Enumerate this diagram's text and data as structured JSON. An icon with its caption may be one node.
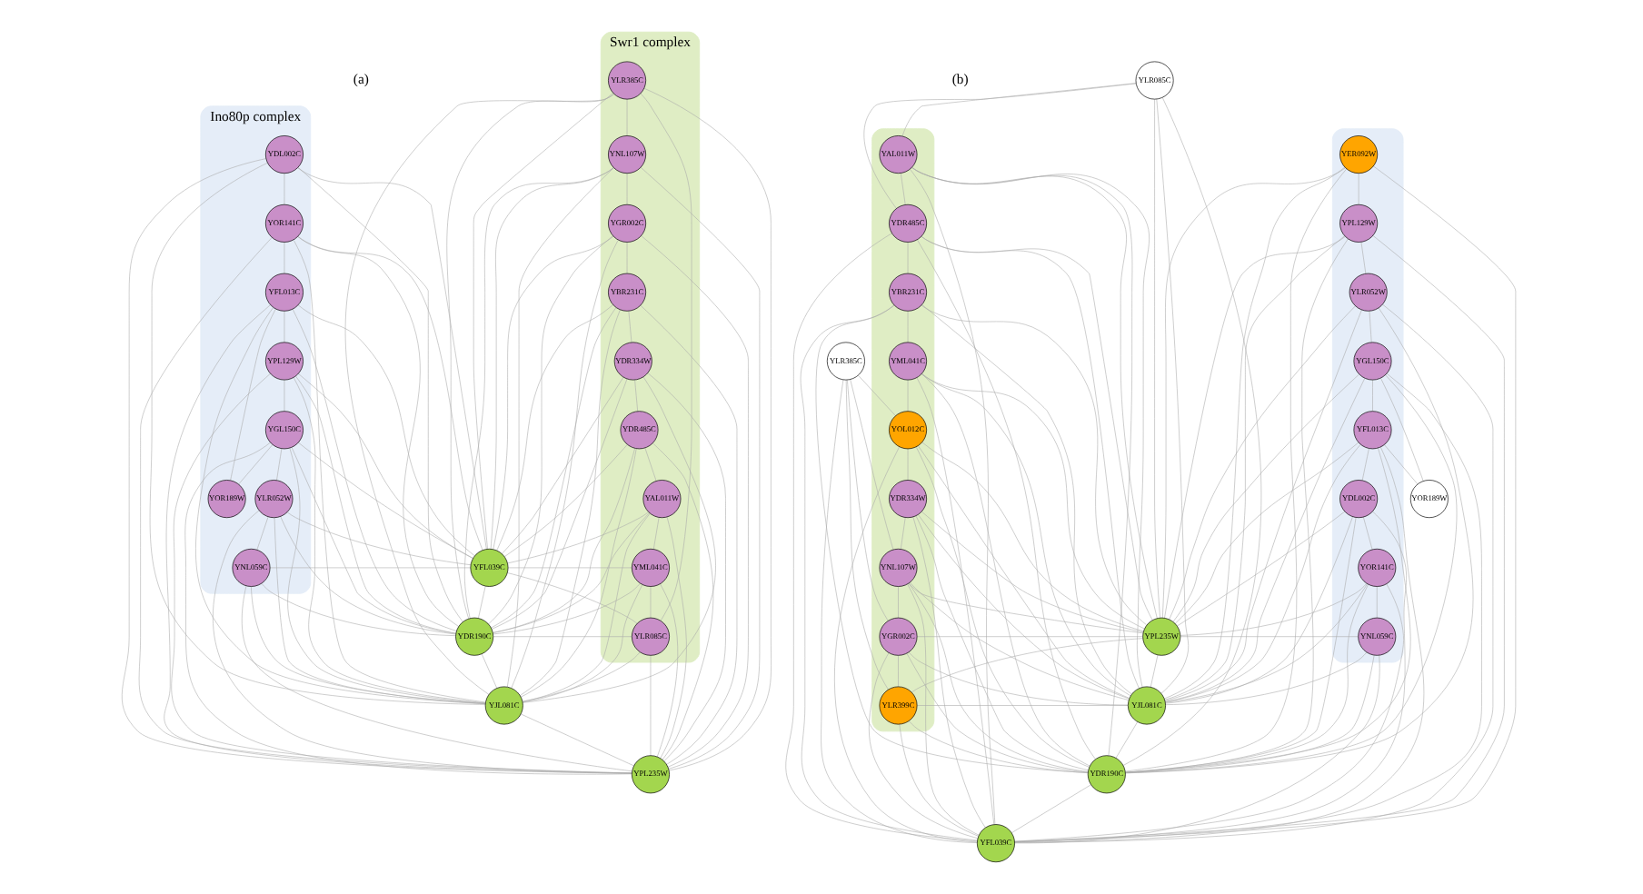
{
  "diagram": {
    "nodes": [
      {
        "text": [
          "Swr1 complex"
        ]
      },
      {
        "text": [
          "Ino80p complex"
        ]
      },
      {
        "text": [
          "YLR385C"
        ],
        "in": 0
      },
      {
        "text": [
          "YNL107W"
        ],
        "in": 0
      },
      {
        "text": [
          "YGR002C"
        ],
        "in": 0
      },
      {
        "text": [
          "YBR231C"
        ],
        "in": 0
      },
      {
        "text": [
          "YDR334W"
        ],
        "in": 0
      },
      {
        "text": [
          "YFL039C"
        ]
      },
      {
        "text": [
          "YDL002C"
        ],
        "in": 1
      },
      {
        "text": [
          "YOR141C"
        ],
        "in": 1
      },
      {
        "text": [
          "YDR190C"
        ]
      },
      {
        "text": [
          "YFL013C"
        ],
        "in": 1
      },
      {
        "text": [
          "YDR485C"
        ],
        "in": 0
      },
      {
        "text": [
          "YJL081C"
        ]
      },
      {
        "text": [
          "YPL129W"
        ],
        "in": 1
      },
      {
        "text": [
          "YAL011W"
        ],
        "in": 0
      },
      {
        "text": [
          "YPL235W"
        ]
      },
      {
        "text": [
          "YGL150C"
        ],
        "in": 1
      },
      {
        "text": [
          "YOR189W"
        ],
        "in": 1
      },
      {
        "text": [
          "YML041C"
        ],
        "in": 0
      },
      {
        "text": [
          "YLR052W"
        ],
        "in": 1
      },
      {
        "text": [
          "YNL059C"
        ],
        "in": 1
      },
      {
        "text": [
          "YLR085C"
        ],
        "in": 0
      },
      {
        "text": [],
        "shape": "region"
      },
      {
        "text": [],
        "shape": "region"
      },
      {
        "text": [
          "YLR085C"
        ]
      },
      {
        "text": [
          "YAL011W"
        ],
        "in": 23
      },
      {
        "text": [
          "YDR485C"
        ],
        "in": 23
      },
      {
        "text": [
          "YER092W"
        ],
        "in": 24
      },
      {
        "text": [
          "YBR231C"
        ],
        "in": 23
      },
      {
        "text": [
          "YML041C"
        ],
        "in": 23
      },
      {
        "text": [
          "YPL235W"
        ]
      },
      {
        "text": [
          "YOL012C"
        ],
        "in": 23
      },
      {
        "text": [
          "YPL129W"
        ],
        "in": 24
      },
      {
        "text": [
          "YDR334W"
        ],
        "in": 23
      },
      {
        "text": [
          "YJL081C"
        ]
      },
      {
        "text": [
          "YLR052W"
        ],
        "in": 24
      },
      {
        "text": [
          "YGL150C"
        ],
        "in": 24
      },
      {
        "text": [
          "YDR190C"
        ]
      },
      {
        "text": [
          "YNL107W"
        ],
        "in": 23
      },
      {
        "text": [
          "YGR002C"
        ],
        "in": 23
      },
      {
        "text": [
          "YLR385C"
        ]
      },
      {
        "text": [
          "YFL039C"
        ]
      },
      {
        "text": [
          "YDL002C"
        ],
        "in": 24
      },
      {
        "text": [
          "YFL013C"
        ],
        "in": 24
      },
      {
        "text": [
          "YOR189W"
        ]
      },
      {
        "text": [
          "YLR399C"
        ],
        "in": 23
      },
      {
        "text": [
          "YOR141C"
        ],
        "in": 24
      },
      {
        "text": [
          "YNL059C"
        ],
        "in": 24
      }
    ],
    "edges": [
      {
        "from": 2,
        "to": 3,
        "arrow": "none"
      },
      {
        "from": 3,
        "to": 4,
        "arrow": "none"
      },
      {
        "from": 4,
        "to": 5,
        "arrow": "none"
      },
      {
        "from": 5,
        "to": 6,
        "arrow": "none"
      },
      {
        "from": 6,
        "to": 12,
        "arrow": "none"
      },
      {
        "from": 12,
        "to": 15,
        "arrow": "none"
      },
      {
        "from": 15,
        "to": 19,
        "arrow": "none"
      },
      {
        "from": 19,
        "to": 22,
        "arrow": "none"
      },
      {
        "from": 2,
        "to": 22,
        "arrow": "none"
      },
      {
        "from": 2,
        "to": 7,
        "arrow": "none"
      },
      {
        "from": 2,
        "to": 10,
        "arrow": "none"
      },
      {
        "from": 2,
        "to": 13,
        "arrow": "none"
      },
      {
        "from": 2,
        "to": 16,
        "arrow": "none"
      },
      {
        "from": 3,
        "to": 7,
        "arrow": "none"
      },
      {
        "from": 3,
        "to": 10,
        "arrow": "none"
      },
      {
        "from": 3,
        "to": 13,
        "arrow": "none"
      },
      {
        "from": 3,
        "to": 16,
        "arrow": "none"
      },
      {
        "from": 4,
        "to": 7,
        "arrow": "none"
      },
      {
        "from": 4,
        "to": 10,
        "arrow": "none"
      },
      {
        "from": 4,
        "to": 13,
        "arrow": "none"
      },
      {
        "from": 4,
        "to": 16,
        "arrow": "none"
      },
      {
        "from": 5,
        "to": 7,
        "arrow": "none"
      },
      {
        "from": 5,
        "to": 10,
        "arrow": "none"
      },
      {
        "from": 5,
        "to": 13,
        "arrow": "none"
      },
      {
        "from": 5,
        "to": 16,
        "arrow": "none"
      },
      {
        "from": 6,
        "to": 7,
        "arrow": "none"
      },
      {
        "from": 6,
        "to": 10,
        "arrow": "none"
      },
      {
        "from": 6,
        "to": 13,
        "arrow": "none"
      },
      {
        "from": 6,
        "to": 16,
        "arrow": "none"
      },
      {
        "from": 12,
        "to": 7,
        "arrow": "none"
      },
      {
        "from": 12,
        "to": 10,
        "arrow": "none"
      },
      {
        "from": 12,
        "to": 13,
        "arrow": "none"
      },
      {
        "from": 12,
        "to": 16,
        "arrow": "none"
      },
      {
        "from": 15,
        "to": 7,
        "arrow": "none"
      },
      {
        "from": 15,
        "to": 10,
        "arrow": "none"
      },
      {
        "from": 15,
        "to": 13,
        "arrow": "none"
      },
      {
        "from": 15,
        "to": 16,
        "arrow": "none"
      },
      {
        "from": 19,
        "to": 7,
        "arrow": "none"
      },
      {
        "from": 19,
        "to": 10,
        "arrow": "none"
      },
      {
        "from": 19,
        "to": 13,
        "arrow": "none"
      },
      {
        "from": 19,
        "to": 16,
        "arrow": "none"
      },
      {
        "from": 22,
        "to": 7,
        "arrow": "none"
      },
      {
        "from": 22,
        "to": 10,
        "arrow": "none"
      },
      {
        "from": 22,
        "to": 13,
        "arrow": "none"
      },
      {
        "from": 22,
        "to": 16,
        "arrow": "none"
      },
      {
        "from": 7,
        "to": 10,
        "arrow": "none"
      },
      {
        "from": 10,
        "to": 13,
        "arrow": "none"
      },
      {
        "from": 13,
        "to": 16,
        "arrow": "none"
      },
      {
        "from": 8,
        "to": 9,
        "arrow": "none"
      },
      {
        "from": 9,
        "to": 11,
        "arrow": "none"
      },
      {
        "from": 11,
        "to": 14,
        "arrow": "none"
      },
      {
        "from": 14,
        "to": 17,
        "arrow": "none"
      },
      {
        "from": 17,
        "to": 20,
        "arrow": "none"
      },
      {
        "from": 20,
        "to": 21,
        "arrow": "none"
      },
      {
        "from": 11,
        "to": 18,
        "arrow": "none"
      },
      {
        "from": 17,
        "to": 18,
        "arrow": "none"
      },
      {
        "from": 8,
        "to": 7,
        "arrow": "none"
      },
      {
        "from": 8,
        "to": 10,
        "arrow": "none"
      },
      {
        "from": 8,
        "to": 13,
        "arrow": "none"
      },
      {
        "from": 8,
        "to": 16,
        "arrow": "none"
      },
      {
        "from": 9,
        "to": 7,
        "arrow": "none"
      },
      {
        "from": 9,
        "to": 10,
        "arrow": "none"
      },
      {
        "from": 9,
        "to": 13,
        "arrow": "none"
      },
      {
        "from": 9,
        "to": 16,
        "arrow": "none"
      },
      {
        "from": 11,
        "to": 7,
        "arrow": "none"
      },
      {
        "from": 11,
        "to": 10,
        "arrow": "none"
      },
      {
        "from": 11,
        "to": 13,
        "arrow": "none"
      },
      {
        "from": 11,
        "to": 16,
        "arrow": "none"
      },
      {
        "from": 14,
        "to": 7,
        "arrow": "none"
      },
      {
        "from": 14,
        "to": 10,
        "arrow": "none"
      },
      {
        "from": 14,
        "to": 13,
        "arrow": "none"
      },
      {
        "from": 14,
        "to": 16,
        "arrow": "none"
      },
      {
        "from": 17,
        "to": 7,
        "arrow": "none"
      },
      {
        "from": 17,
        "to": 10,
        "arrow": "none"
      },
      {
        "from": 17,
        "to": 13,
        "arrow": "none"
      },
      {
        "from": 17,
        "to": 16,
        "arrow": "none"
      },
      {
        "from": 20,
        "to": 7,
        "arrow": "none"
      },
      {
        "from": 20,
        "to": 10,
        "arrow": "none"
      },
      {
        "from": 20,
        "to": 13,
        "arrow": "none"
      },
      {
        "from": 20,
        "to": 16,
        "arrow": "none"
      },
      {
        "from": 21,
        "to": 7,
        "arrow": "none"
      },
      {
        "from": 21,
        "to": 10,
        "arrow": "none"
      },
      {
        "from": 21,
        "to": 13,
        "arrow": "none"
      },
      {
        "from": 21,
        "to": 16,
        "arrow": "none"
      },
      {
        "from": 25,
        "to": 26,
        "arrow": "none"
      },
      {
        "from": 25,
        "to": 27,
        "arrow": "none"
      },
      {
        "from": 25,
        "to": 31,
        "arrow": "none"
      },
      {
        "from": 25,
        "to": 38,
        "arrow": "none"
      },
      {
        "from": 25,
        "to": 35,
        "arrow": "none"
      },
      {
        "from": 26,
        "to": 27,
        "arrow": "none"
      },
      {
        "from": 27,
        "to": 29,
        "arrow": "none"
      },
      {
        "from": 29,
        "to": 30,
        "arrow": "none"
      },
      {
        "from": 30,
        "to": 32,
        "arrow": "none"
      },
      {
        "from": 32,
        "to": 34,
        "arrow": "none"
      },
      {
        "from": 34,
        "to": 39,
        "arrow": "none"
      },
      {
        "from": 39,
        "to": 40,
        "arrow": "none"
      },
      {
        "from": 40,
        "to": 46,
        "arrow": "none"
      },
      {
        "from": 26,
        "to": 31,
        "arrow": "none"
      },
      {
        "from": 26,
        "to": 35,
        "arrow": "none"
      },
      {
        "from": 26,
        "to": 38,
        "arrow": "none"
      },
      {
        "from": 26,
        "to": 42,
        "arrow": "none"
      },
      {
        "from": 27,
        "to": 31,
        "arrow": "none"
      },
      {
        "from": 27,
        "to": 35,
        "arrow": "none"
      },
      {
        "from": 27,
        "to": 38,
        "arrow": "none"
      },
      {
        "from": 27,
        "to": 42,
        "arrow": "none"
      },
      {
        "from": 29,
        "to": 31,
        "arrow": "none"
      },
      {
        "from": 29,
        "to": 35,
        "arrow": "none"
      },
      {
        "from": 29,
        "to": 38,
        "arrow": "none"
      },
      {
        "from": 29,
        "to": 42,
        "arrow": "none"
      },
      {
        "from": 30,
        "to": 31,
        "arrow": "none"
      },
      {
        "from": 30,
        "to": 35,
        "arrow": "none"
      },
      {
        "from": 30,
        "to": 38,
        "arrow": "none"
      },
      {
        "from": 30,
        "to": 42,
        "arrow": "none"
      },
      {
        "from": 32,
        "to": 31,
        "arrow": "none"
      },
      {
        "from": 32,
        "to": 35,
        "arrow": "none"
      },
      {
        "from": 32,
        "to": 38,
        "arrow": "none"
      },
      {
        "from": 32,
        "to": 42,
        "arrow": "none"
      },
      {
        "from": 34,
        "to": 31,
        "arrow": "none"
      },
      {
        "from": 34,
        "to": 35,
        "arrow": "none"
      },
      {
        "from": 34,
        "to": 38,
        "arrow": "none"
      },
      {
        "from": 34,
        "to": 42,
        "arrow": "none"
      },
      {
        "from": 39,
        "to": 31,
        "arrow": "none"
      },
      {
        "from": 39,
        "to": 35,
        "arrow": "none"
      },
      {
        "from": 39,
        "to": 38,
        "arrow": "none"
      },
      {
        "from": 39,
        "to": 42,
        "arrow": "none"
      },
      {
        "from": 40,
        "to": 31,
        "arrow": "none"
      },
      {
        "from": 40,
        "to": 35,
        "arrow": "none"
      },
      {
        "from": 40,
        "to": 38,
        "arrow": "none"
      },
      {
        "from": 40,
        "to": 42,
        "arrow": "none"
      },
      {
        "from": 46,
        "to": 31,
        "arrow": "none"
      },
      {
        "from": 46,
        "to": 35,
        "arrow": "none"
      },
      {
        "from": 46,
        "to": 38,
        "arrow": "none"
      },
      {
        "from": 46,
        "to": 42,
        "arrow": "none"
      },
      {
        "from": 41,
        "to": 32,
        "arrow": "none"
      },
      {
        "from": 41,
        "to": 39,
        "arrow": "none"
      },
      {
        "from": 41,
        "to": 40,
        "arrow": "none"
      },
      {
        "from": 41,
        "to": 46,
        "arrow": "none"
      },
      {
        "from": 41,
        "to": 42,
        "arrow": "none"
      },
      {
        "from": 31,
        "to": 35,
        "arrow": "none"
      },
      {
        "from": 35,
        "to": 38,
        "arrow": "none"
      },
      {
        "from": 38,
        "to": 42,
        "arrow": "none"
      },
      {
        "from": 28,
        "to": 33,
        "arrow": "none"
      },
      {
        "from": 33,
        "to": 36,
        "arrow": "none"
      },
      {
        "from": 36,
        "to": 37,
        "arrow": "none"
      },
      {
        "from": 37,
        "to": 44,
        "arrow": "none"
      },
      {
        "from": 44,
        "to": 43,
        "arrow": "none"
      },
      {
        "from": 43,
        "to": 47,
        "arrow": "none"
      },
      {
        "from": 47,
        "to": 48,
        "arrow": "none"
      },
      {
        "from": 44,
        "to": 45,
        "arrow": "none"
      },
      {
        "from": 37,
        "to": 45,
        "arrow": "none"
      },
      {
        "from": 28,
        "to": 31,
        "arrow": "none"
      },
      {
        "from": 28,
        "to": 35,
        "arrow": "none"
      },
      {
        "from": 28,
        "to": 38,
        "arrow": "none"
      },
      {
        "from": 28,
        "to": 42,
        "arrow": "none"
      },
      {
        "from": 33,
        "to": 31,
        "arrow": "none"
      },
      {
        "from": 33,
        "to": 35,
        "arrow": "none"
      },
      {
        "from": 33,
        "to": 38,
        "arrow": "none"
      },
      {
        "from": 33,
        "to": 42,
        "arrow": "none"
      },
      {
        "from": 36,
        "to": 31,
        "arrow": "none"
      },
      {
        "from": 36,
        "to": 35,
        "arrow": "none"
      },
      {
        "from": 36,
        "to": 38,
        "arrow": "none"
      },
      {
        "from": 36,
        "to": 42,
        "arrow": "none"
      },
      {
        "from": 37,
        "to": 31,
        "arrow": "none"
      },
      {
        "from": 37,
        "to": 35,
        "arrow": "none"
      },
      {
        "from": 37,
        "to": 38,
        "arrow": "none"
      },
      {
        "from": 37,
        "to": 42,
        "arrow": "none"
      },
      {
        "from": 43,
        "to": 31,
        "arrow": "none"
      },
      {
        "from": 43,
        "to": 35,
        "arrow": "none"
      },
      {
        "from": 43,
        "to": 38,
        "arrow": "none"
      },
      {
        "from": 43,
        "to": 42,
        "arrow": "none"
      },
      {
        "from": 44,
        "to": 31,
        "arrow": "none"
      },
      {
        "from": 44,
        "to": 35,
        "arrow": "none"
      },
      {
        "from": 44,
        "to": 38,
        "arrow": "none"
      },
      {
        "from": 44,
        "to": 42,
        "arrow": "none"
      },
      {
        "from": 47,
        "to": 31,
        "arrow": "none"
      },
      {
        "from": 47,
        "to": 35,
        "arrow": "none"
      },
      {
        "from": 47,
        "to": 38,
        "arrow": "none"
      },
      {
        "from": 47,
        "to": 42,
        "arrow": "none"
      },
      {
        "from": 48,
        "to": 31,
        "arrow": "none"
      },
      {
        "from": 48,
        "to": 35,
        "arrow": "none"
      },
      {
        "from": 48,
        "to": 38,
        "arrow": "none"
      },
      {
        "from": 48,
        "to": 42,
        "arrow": "none"
      }
    ],
    "labels": [
      "(a)",
      "(b)"
    ]
  }
}
